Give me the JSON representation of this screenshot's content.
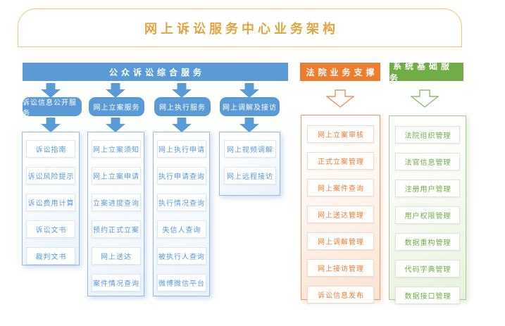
{
  "title": "网上诉讼服务中心业务架构",
  "colors": {
    "blue": "#5B9BD5",
    "orange": "#ED7D31",
    "green": "#70AD47",
    "title_gold": "#E2A43C",
    "title_border_gold": "#EAC878"
  },
  "sections": {
    "public": {
      "header": "公众诉讼综合服务",
      "groups": [
        {
          "label": "诉讼信息公开服务",
          "items": [
            "诉讼指南",
            "诉讼风险提示",
            "诉讼费用计算",
            "诉讼文书",
            "裁判文书"
          ]
        },
        {
          "label": "网上立案服务",
          "items": [
            "网上立案须知",
            "网上立案申请",
            "立案进度查询",
            "预约正式立案",
            "网上送达",
            "案件情况查询"
          ]
        },
        {
          "label": "网上执行服务",
          "items": [
            "网上执行申请",
            "执行申请查询",
            "执行情况查询",
            "失信人查询",
            "被执行人查询",
            "微博微信平台"
          ]
        },
        {
          "label": "网上调解及接访",
          "items": [
            "网上视频调解",
            "网上远程接访"
          ]
        }
      ]
    },
    "court": {
      "header": "法院业务支撑",
      "items": [
        "网上立案审核",
        "正式立案管理",
        "网上案件查询",
        "网上送达管理",
        "网上调解管理",
        "网上接访管理",
        "诉讼信息发布"
      ]
    },
    "system": {
      "header": "系统基础服务",
      "items": [
        "法院组织管理",
        "法官信息管理",
        "注册用户管理",
        "用户权限管理",
        "数据重构管理",
        "代码字典管理",
        "数据接口管理"
      ]
    }
  }
}
